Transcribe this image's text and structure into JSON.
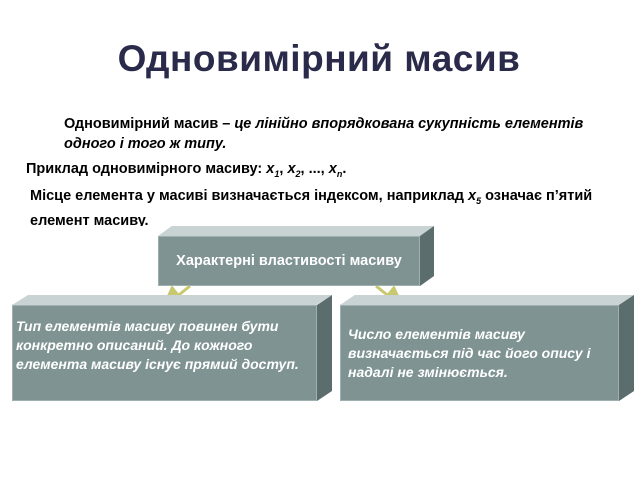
{
  "slide": {
    "title": "Одновимірний масив",
    "definition": {
      "term": "Одновимірний масив – ",
      "desc": "це лінійно впорядкована сукупність елементів одного і того ж типу."
    },
    "example": {
      "prefix": "Приклад одновимірного масиву: ",
      "x1_base": "x",
      "x1_sub": "1",
      "x2_base": "x",
      "x2_sub": "2",
      "ellipsis": ", ..., ",
      "xn_base": "x",
      "xn_sub": "n",
      "sep": ", ",
      "end": "."
    },
    "index_note": {
      "prefix": "Місце елемента у масиві визначається індексом, наприклад ",
      "x5_base": "x",
      "x5_sub": "5",
      "suffix": " означає п’ятий елемент масиву."
    },
    "center_box": "Характерні властивості масиву",
    "left_box": "Тип елементів масиву повинен бути конкретно описаний. До кожного елемента масиву існує прямий доступ.",
    "right_box": "Число елементів масиву визначається під час його опису і надалі не змінюється.",
    "colors": {
      "box_face": "#7f9393",
      "box_top": "#c9d3d3",
      "box_side": "#5b6d6d",
      "arrow": "#c8c870",
      "title": "#2a2a4a"
    }
  }
}
